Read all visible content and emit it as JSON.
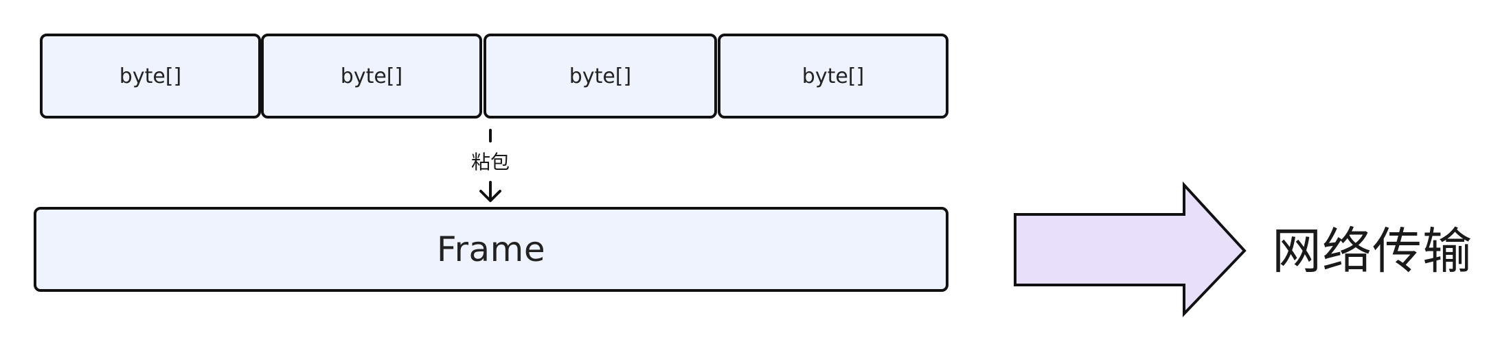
{
  "diagram": {
    "segments": [
      {
        "label": "byte[]"
      },
      {
        "label": "byte[]"
      },
      {
        "label": "byte[]"
      },
      {
        "label": "byte[]"
      }
    ],
    "connector_label": "粘包",
    "frame_label": "Frame",
    "network_label": "网络传输",
    "colors": {
      "box_fill": "#eef3fd",
      "box_stroke": "#111111",
      "arrow_fill": "#e8e0fb",
      "text": "#222222"
    }
  }
}
